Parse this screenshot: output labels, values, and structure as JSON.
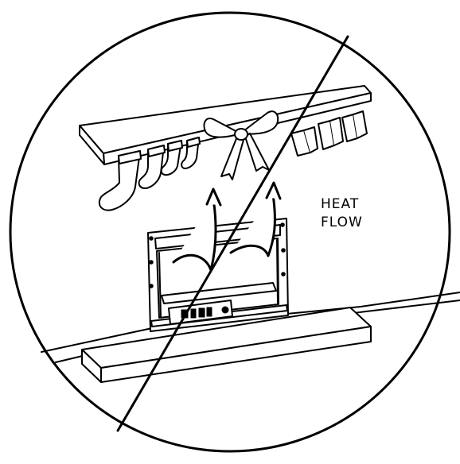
{
  "diagram": {
    "kind": "warning-illustration",
    "label_line1": "HEAT",
    "label_line2": "FLOW",
    "colors": {
      "ink": "#000000",
      "paper": "#ffffff"
    },
    "icons": [
      "prohibition-circle-icon",
      "heat-arrow-icon",
      "stocking-icon",
      "bow-icon",
      "fireplace-insert-icon"
    ]
  }
}
